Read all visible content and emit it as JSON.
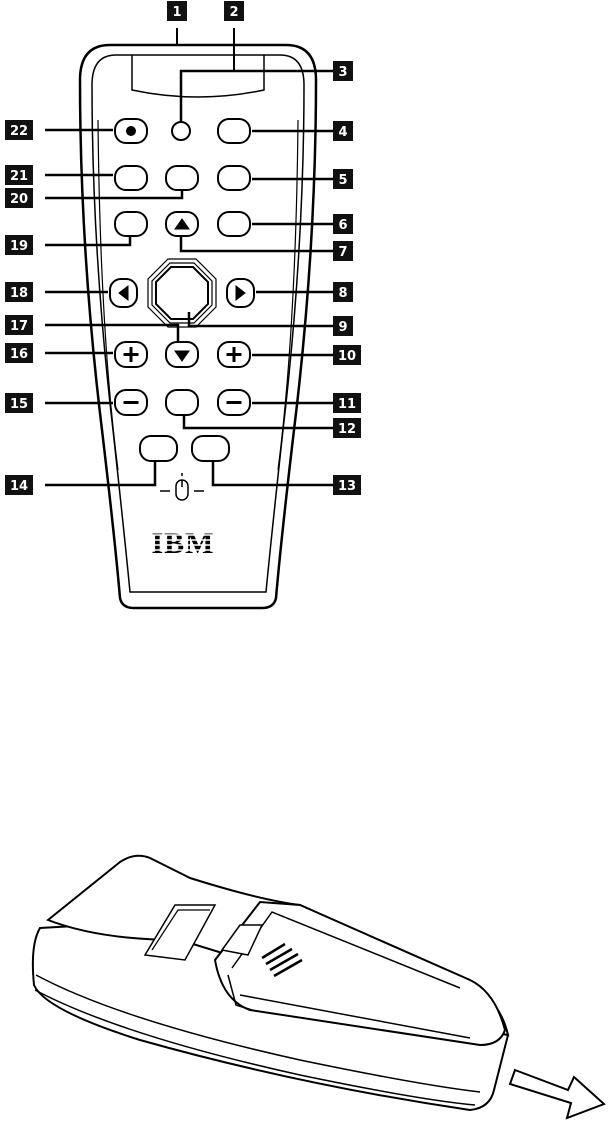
{
  "logo": {
    "text": "IBM"
  },
  "callouts": {
    "c1": "1",
    "c2": "2",
    "c3": "3",
    "c4": "4",
    "c5": "5",
    "c6": "6",
    "c7": "7",
    "c8": "8",
    "c9": "9",
    "c10": "10",
    "c11": "11",
    "c12": "12",
    "c13": "13",
    "c14": "14",
    "c15": "15",
    "c16": "16",
    "c17": "17",
    "c18": "18",
    "c19": "19",
    "c20": "20",
    "c21": "21",
    "c22": "22"
  },
  "colors": {
    "ink": "#000000",
    "paper": "#ffffff",
    "callout_bg": "#111111"
  }
}
